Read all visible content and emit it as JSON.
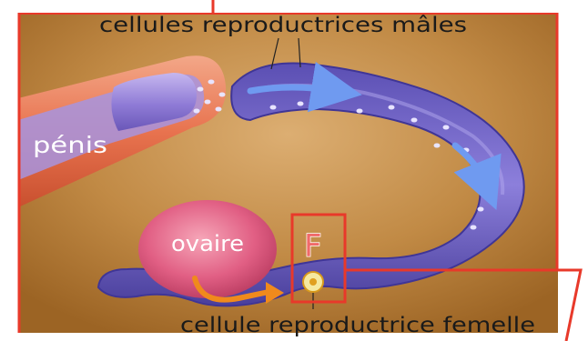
{
  "labels": {
    "male_cells": "cellules reproductrices mâles",
    "penis": "pénis",
    "ovary": "ovaire",
    "female_cell": "cellule reproductrice femelle",
    "marker": "F"
  },
  "colors": {
    "frame": "#e8392a",
    "background": "#b77a31",
    "background_light": "#d6a264",
    "tube": "#7f6fd0",
    "tube_dark": "#4b3f9a",
    "ovary": "#e66488",
    "penis_outer": "#ea7b5a",
    "penis_inner": "#9a86d8",
    "arrow_orange": "#f08a1c",
    "arrow_blue": "#5a86e6",
    "egg": "#f2c642"
  }
}
